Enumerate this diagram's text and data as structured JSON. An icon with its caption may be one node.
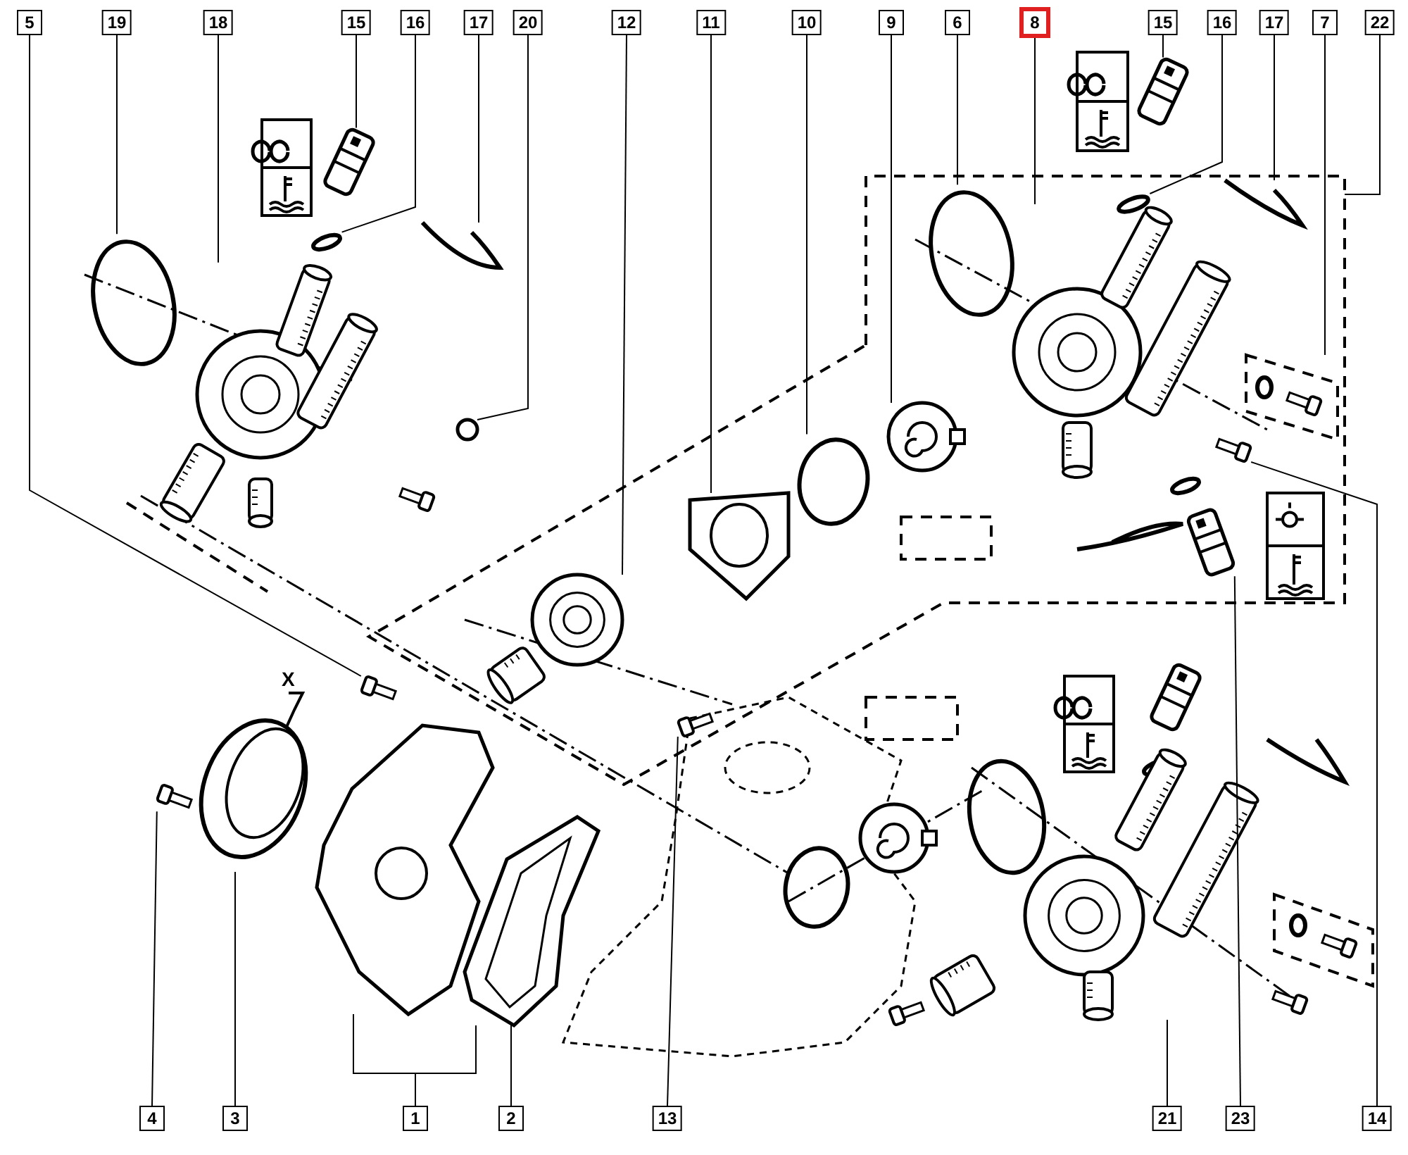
{
  "diagram": {
    "nodes": [
      {
        "text": [
          "5"
        ]
      },
      {
        "text": [
          "19"
        ]
      },
      {
        "text": [
          "18"
        ]
      },
      {
        "text": [
          "15"
        ]
      },
      {
        "text": [
          "16"
        ]
      },
      {
        "text": [
          "17"
        ]
      },
      {
        "text": [
          "20"
        ]
      },
      {
        "text": [
          "12"
        ]
      },
      {
        "text": [
          "11"
        ]
      },
      {
        "text": [
          "10"
        ]
      },
      {
        "text": [
          "9"
        ]
      },
      {
        "text": [
          "6"
        ]
      },
      {
        "text": [
          "8"
        ]
      },
      {
        "text": [
          "15"
        ]
      },
      {
        "text": [
          "16"
        ]
      },
      {
        "text": [
          "17"
        ]
      },
      {
        "text": [
          "7"
        ]
      },
      {
        "text": [
          "22"
        ]
      },
      {
        "text": [
          "4"
        ]
      },
      {
        "text": [
          "3"
        ]
      },
      {
        "text": [
          "1"
        ]
      },
      {
        "text": [
          "2"
        ]
      },
      {
        "text": [
          "13"
        ]
      },
      {
        "text": [
          "21"
        ]
      },
      {
        "text": [
          "23"
        ]
      },
      {
        "text": [
          "14"
        ]
      },
      {
        "text": [],
        "shape": "box"
      },
      {
        "text": [],
        "shape": "circle"
      },
      {
        "text": [],
        "shape": "picture"
      },
      {
        "text": [],
        "shape": "picture"
      },
      {
        "text": [],
        "shape": "circle"
      },
      {
        "text": [],
        "shape": "picture"
      },
      {
        "text": [],
        "shape": "circle"
      },
      {
        "text": [],
        "shape": "picture",
        "in": 26
      },
      {
        "text": [],
        "shape": "picture",
        "in": 26
      },
      {
        "text": [],
        "shape": "circle",
        "in": 26
      },
      {
        "text": [],
        "shape": "picture",
        "in": 26
      },
      {
        "text": [],
        "shape": "circle",
        "in": 26
      },
      {
        "text": [],
        "shape": "picture",
        "in": 26
      },
      {
        "text": [],
        "shape": "picture"
      },
      {
        "text": [],
        "shape": "circle",
        "in": 26
      },
      {
        "text": [],
        "shape": "picture",
        "in": 26
      },
      {
        "text": [],
        "shape": "picture",
        "in": 26
      },
      {
        "text": [],
        "shape": "picture"
      },
      {
        "text": [],
        "shape": "picture"
      },
      {
        "text": [],
        "shape": "picture"
      },
      {
        "text": [],
        "shape": "picture"
      },
      {
        "text": [],
        "shape": "picture"
      },
      {
        "text": [],
        "shape": "picture",
        "in": 26
      },
      {
        "text": [],
        "shape": "picture"
      },
      {
        "text": [],
        "shape": "picture",
        "in": 26
      },
      {
        "text": [],
        "shape": "picture",
        "in": 26
      }
    ],
    "edges": [
      {
        "from": 0,
        "to": 43,
        "arrow": "none"
      },
      {
        "from": 1,
        "to": 27,
        "arrow": "none"
      },
      {
        "from": 2,
        "to": 28,
        "arrow": "none"
      },
      {
        "from": 3,
        "to": 29,
        "arrow": "none"
      },
      {
        "from": 4,
        "to": 30,
        "arrow": "none"
      },
      {
        "from": 5,
        "to": 31,
        "arrow": "none"
      },
      {
        "from": 6,
        "to": 32,
        "arrow": "none"
      },
      {
        "from": 7,
        "to": 33,
        "arrow": "none"
      },
      {
        "from": 8,
        "to": 34,
        "arrow": "none"
      },
      {
        "from": 9,
        "to": 35,
        "arrow": "none"
      },
      {
        "from": 10,
        "to": 36,
        "arrow": "none"
      },
      {
        "from": 11,
        "to": 37,
        "arrow": "none"
      },
      {
        "from": 12,
        "to": 38,
        "arrow": "none"
      },
      {
        "from": 13,
        "to": 39,
        "arrow": "none"
      },
      {
        "from": 14,
        "to": 40,
        "arrow": "none"
      },
      {
        "from": 15,
        "to": 41,
        "arrow": "none"
      },
      {
        "from": 16,
        "to": 42,
        "arrow": "none"
      },
      {
        "from": 17,
        "to": 26,
        "arrow": "none"
      },
      {
        "from": 18,
        "to": 44,
        "arrow": "none"
      },
      {
        "from": 19,
        "to": 45,
        "arrow": "none"
      },
      {
        "from": 20,
        "to": 46,
        "arrow": "none"
      },
      {
        "from": 20,
        "to": 47,
        "arrow": "none"
      },
      {
        "from": 21,
        "to": 47,
        "arrow": "none"
      },
      {
        "from": 22,
        "to": 48,
        "arrow": "none"
      },
      {
        "from": 23,
        "to": 49,
        "arrow": "none"
      },
      {
        "from": 24,
        "to": 50,
        "arrow": "none"
      },
      {
        "from": 25,
        "to": 51,
        "arrow": "none"
      }
    ],
    "labels": [
      "X"
    ]
  }
}
